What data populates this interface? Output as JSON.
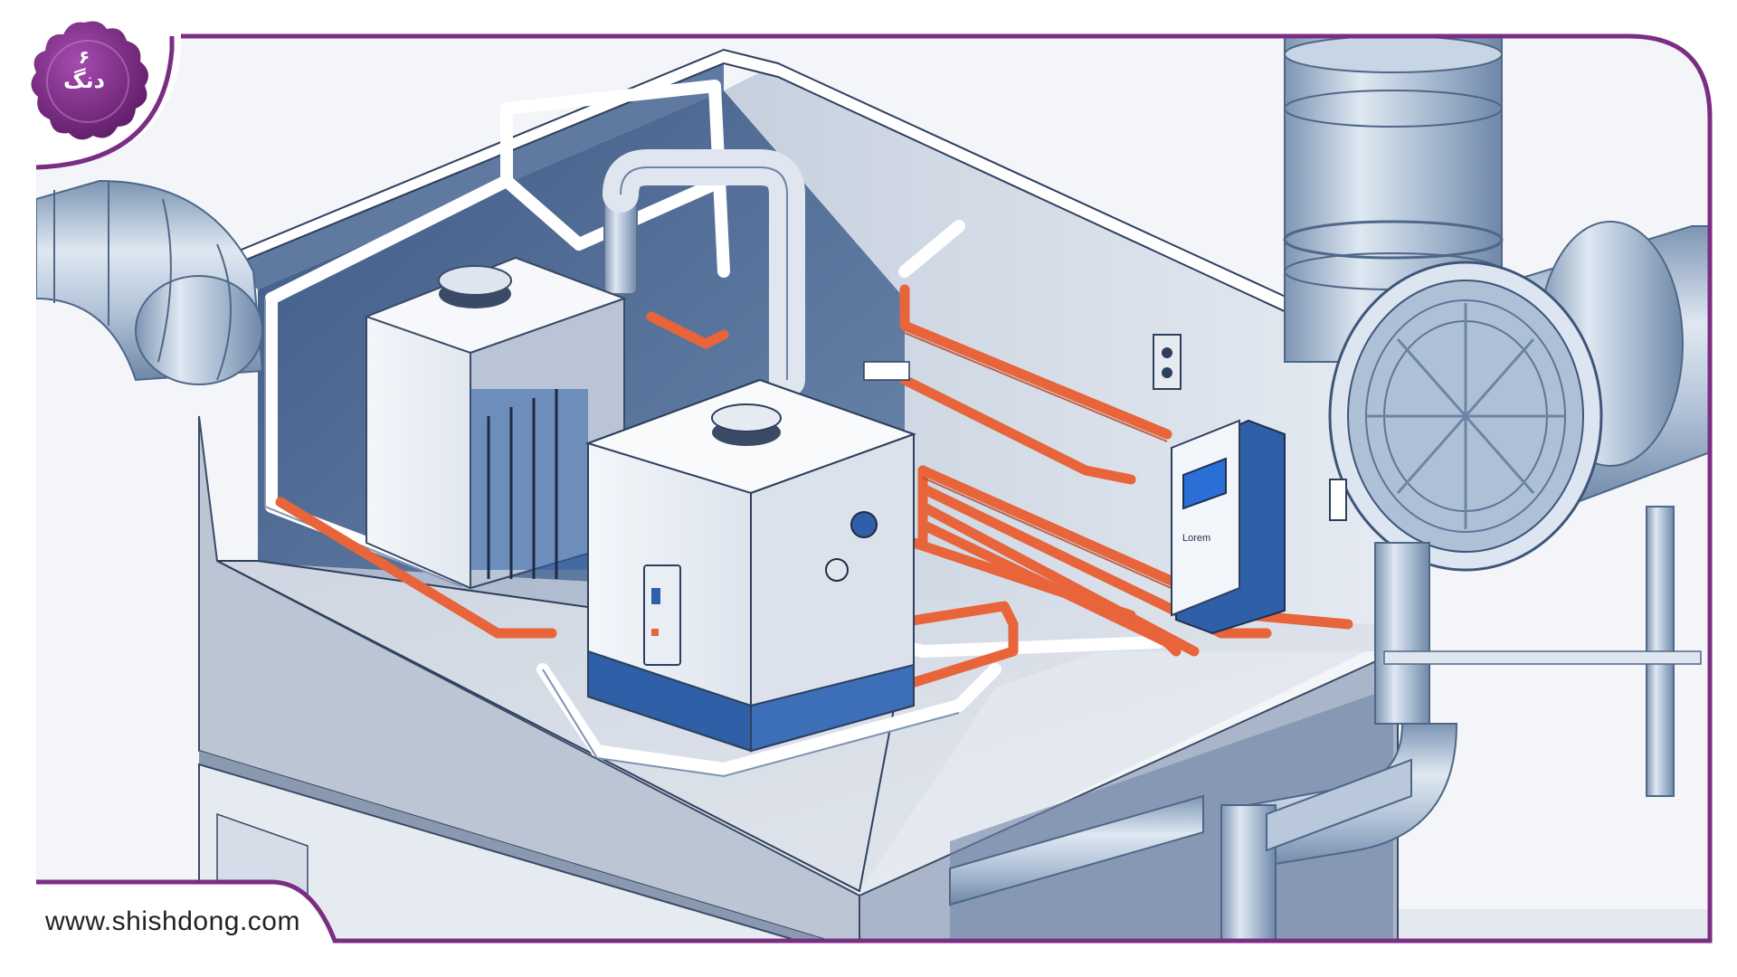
{
  "brand": {
    "website": "www.shishdong.com",
    "badge_number": "۶",
    "badge_word": "دنگ"
  },
  "device": {
    "display_label": "Lorem"
  },
  "colors": {
    "frame": "#7b2c83",
    "badge": "#7b2c83",
    "duct": "#a9bdd2",
    "copper_pipe": "#e8643a",
    "wall_dark": "#4d6a93",
    "floor": "#d4dae4",
    "unit_body": "#e8edf4",
    "unit_base": "#2f5fa6"
  },
  "icons": {
    "badge": "wax-seal-badge-icon",
    "illustration": "hvac-mechanical-room-illustration"
  }
}
